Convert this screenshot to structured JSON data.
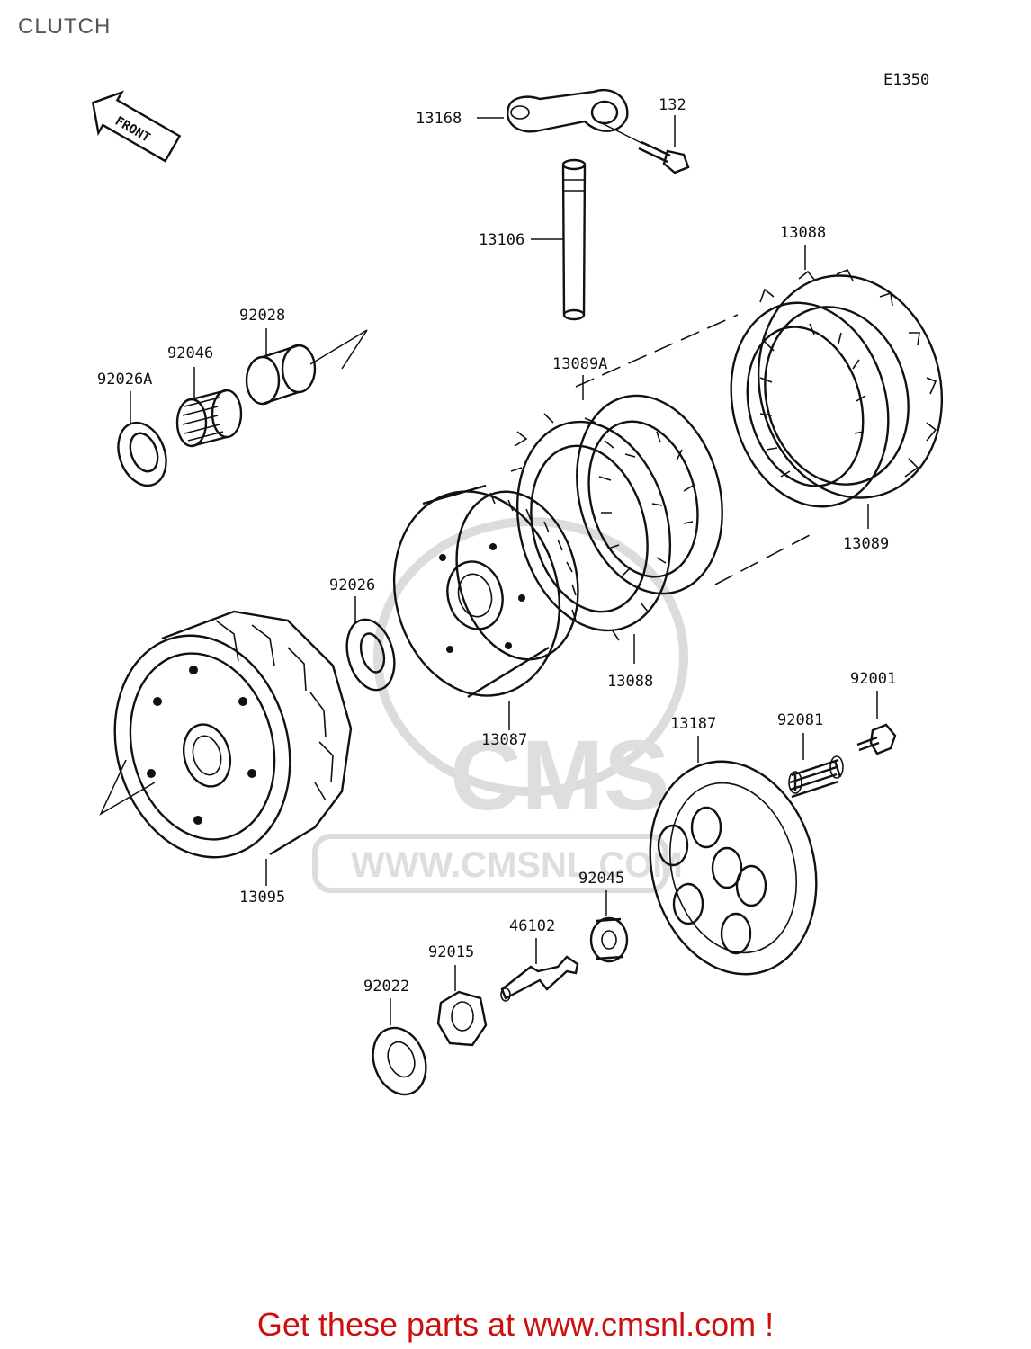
{
  "page": {
    "title": "CLUTCH",
    "diagram_code": "E1350",
    "front_label": "FRONT",
    "footer_text": "Get these parts at www.cmsnl.com !"
  },
  "watermark": {
    "logo_text": "CMS",
    "url_text": "WWW.CMSNL.COM"
  },
  "parts": {
    "p13168": "13168",
    "p132": "132",
    "p13106": "13106",
    "p13088_top": "13088",
    "p92028": "92028",
    "p92046": "92046",
    "p92026A": "92026A",
    "p13089A": "13089A",
    "p13089": "13089",
    "p92026": "92026",
    "p13088_bottom": "13088",
    "p92001": "92001",
    "p13087": "13087",
    "p13187": "13187",
    "p92081": "92081",
    "p13095": "13095",
    "p92045": "92045",
    "p46102": "46102",
    "p92015": "92015",
    "p92022": "92022"
  },
  "colors": {
    "footer": "#cc1010",
    "title": "#555555",
    "watermark": "#cfcfcf"
  }
}
